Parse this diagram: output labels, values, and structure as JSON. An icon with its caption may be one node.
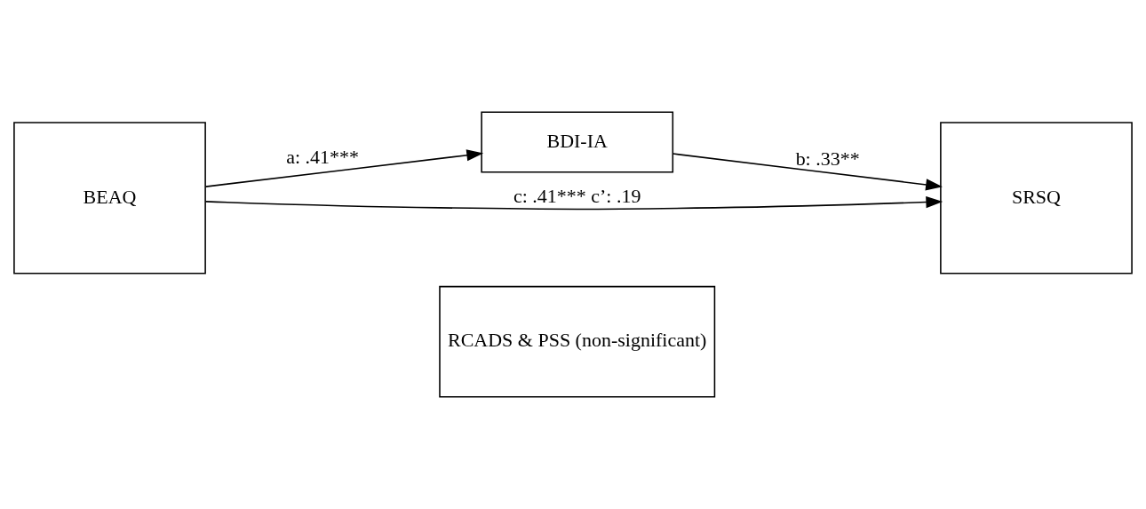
{
  "diagram": {
    "nodes": [
      {
        "text": [
          "RCADS & PSS (non-significant)"
        ]
      },
      {
        "text": [
          "BDI-IA"
        ]
      },
      {
        "text": [
          "BEAQ"
        ]
      },
      {
        "text": [
          "SRSQ"
        ]
      }
    ],
    "edges": [
      {
        "from": 2,
        "to": 1,
        "arrow": "to",
        "label": "a: .41***"
      },
      {
        "from": 1,
        "to": 3,
        "arrow": "to",
        "label": "b: .33**"
      },
      {
        "from": 2,
        "to": 3,
        "arrow": "to",
        "label": "c: .41*** c’: .19"
      }
    ]
  }
}
